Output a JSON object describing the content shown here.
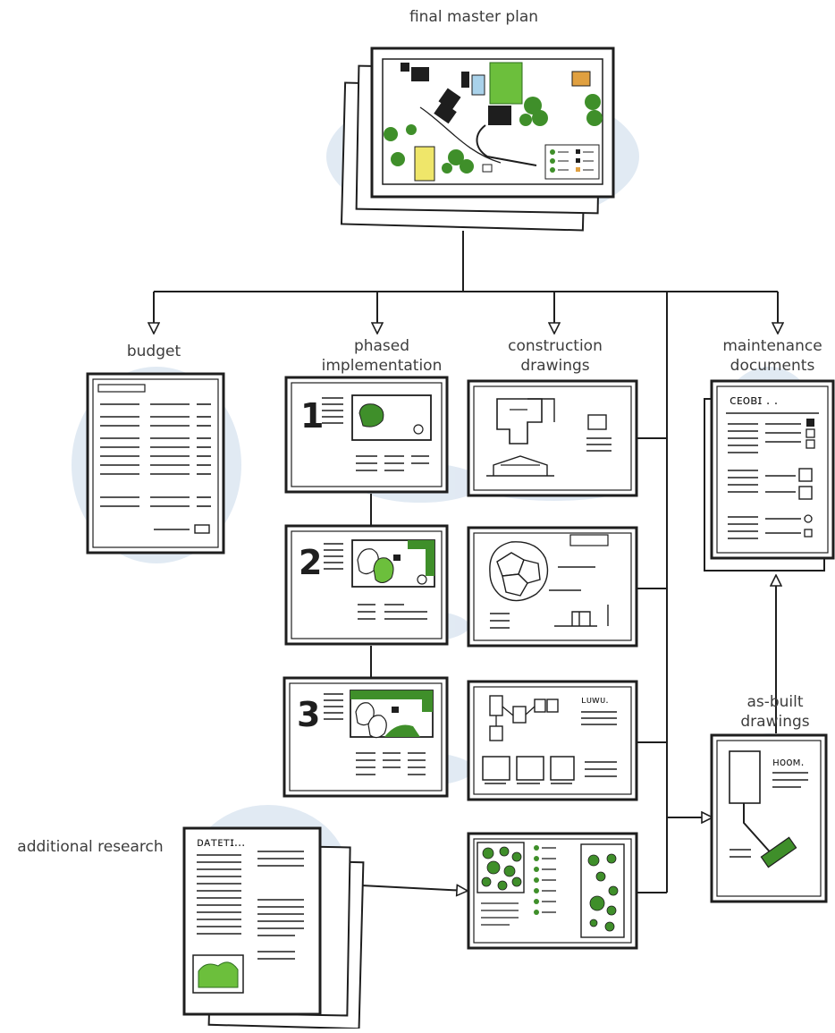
{
  "labels": {
    "final_master_plan": "final master plan",
    "budget": "budget",
    "phased_implementation": "phased\nimplementation",
    "construction_drawings": "construction\ndrawings",
    "maintenance_documents": "maintenance\ndocuments",
    "as_built_drawings": "as-built\ndrawings",
    "additional_research": "additional research"
  },
  "phase_numbers": [
    "1",
    "2",
    "3"
  ],
  "colors": {
    "ink": "#1e1e1e",
    "paper": "#ffffff",
    "wash": "#c9d8ea",
    "green": "#3f8f2a",
    "green_light": "#6cbf3c",
    "yellow": "#efe66a",
    "orange": "#e0a040",
    "blue_light": "#a9d2ea",
    "label": "#3d3d3d"
  }
}
